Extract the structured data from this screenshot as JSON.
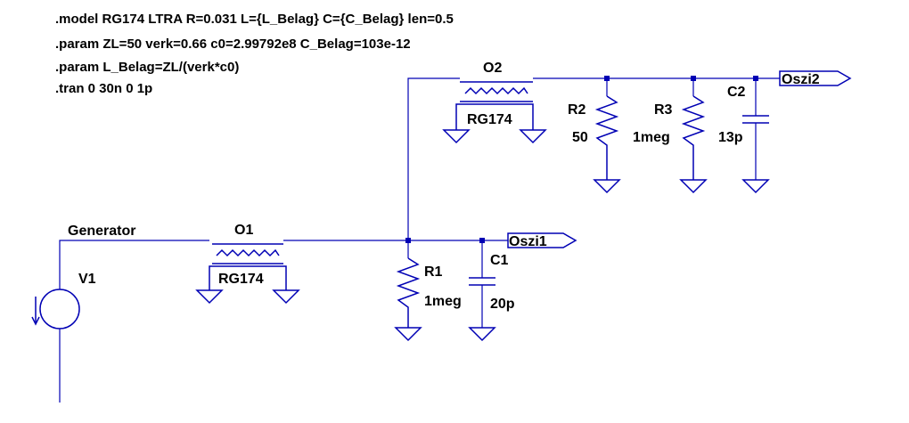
{
  "directives": [
    ".model RG174 LTRA R=0.031 L={L_Belag} C={C_Belag} len=0.5",
    ".param ZL=50 verk=0.66 c0=2.99792e8 C_Belag=103e-12",
    ".param L_Belag=ZL/(verk*c0)",
    ".tran 0 30n 0 1p"
  ],
  "nets": {
    "generator": "Generator",
    "oszi1": "Oszi1",
    "oszi2": "Oszi2"
  },
  "components": {
    "v1": {
      "name": "V1"
    },
    "o1": {
      "name": "O1",
      "model": "RG174"
    },
    "o2": {
      "name": "O2",
      "model": "RG174"
    },
    "r1": {
      "name": "R1",
      "value": "1meg"
    },
    "c1": {
      "name": "C1",
      "value": "20p"
    },
    "r2": {
      "name": "R2",
      "value": "50"
    },
    "r3": {
      "name": "R3",
      "value": "1meg"
    },
    "c2": {
      "name": "C2",
      "value": "13p"
    }
  },
  "colors": {
    "wire": "#0000b4",
    "text": "#000000",
    "background": "#ffffff"
  }
}
